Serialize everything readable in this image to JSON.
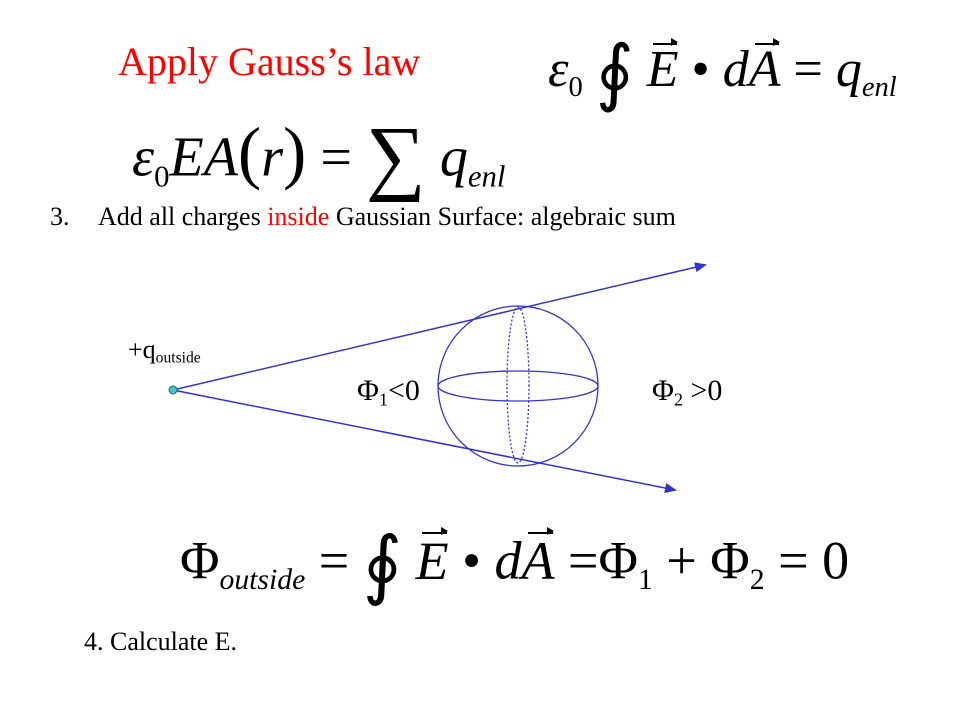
{
  "slide": {
    "title": "Apply Gauss’s law",
    "gauss_equation": {
      "lhs_const": "ε",
      "lhs_const_sub": "0",
      "integral": "∮",
      "field": "E",
      "dot": "•",
      "d": "d",
      "area": "A",
      "equals": "=",
      "rhs": "q",
      "rhs_sub": "enl"
    },
    "symmetry_equation": {
      "eps": "ε",
      "eps_sub": "0",
      "body": "EA",
      "lparen": "(",
      "r": "r",
      "rparen": ")",
      "equals": "=",
      "sum": "∑",
      "q": "q",
      "q_sub": "enl"
    },
    "step3": {
      "number": "3.",
      "text_before": "Add all charges ",
      "highlight": "inside",
      "text_after": " Gaussian  Surface:  algebraic sum"
    },
    "charge_label": {
      "main": "+q",
      "sub": "outside"
    },
    "flux_labels": {
      "phi1_symbol": "Φ",
      "phi1_sub": "1",
      "phi1_rel": "<0",
      "phi2_symbol": "Φ",
      "phi2_sub": "2",
      "phi2_rel": " >0"
    },
    "flux_equation": {
      "phi": "Φ",
      "phi_sub": "outside",
      "equals1": " = ",
      "integral": "∮",
      "field": "E",
      "dot": "•",
      "d": "d",
      "area": "A",
      "equals2": " =",
      "phi1": "Φ",
      "phi1_sub": "1",
      "plus": " + ",
      "phi2": "Φ",
      "phi2_sub": "2",
      "equals3": " = ",
      "zero": "0"
    },
    "step4": "4. Calculate E.",
    "colors": {
      "title": "#ff0000",
      "highlight": "#ff0000",
      "lines": "#3333cc",
      "charge": "#33cccc"
    }
  }
}
